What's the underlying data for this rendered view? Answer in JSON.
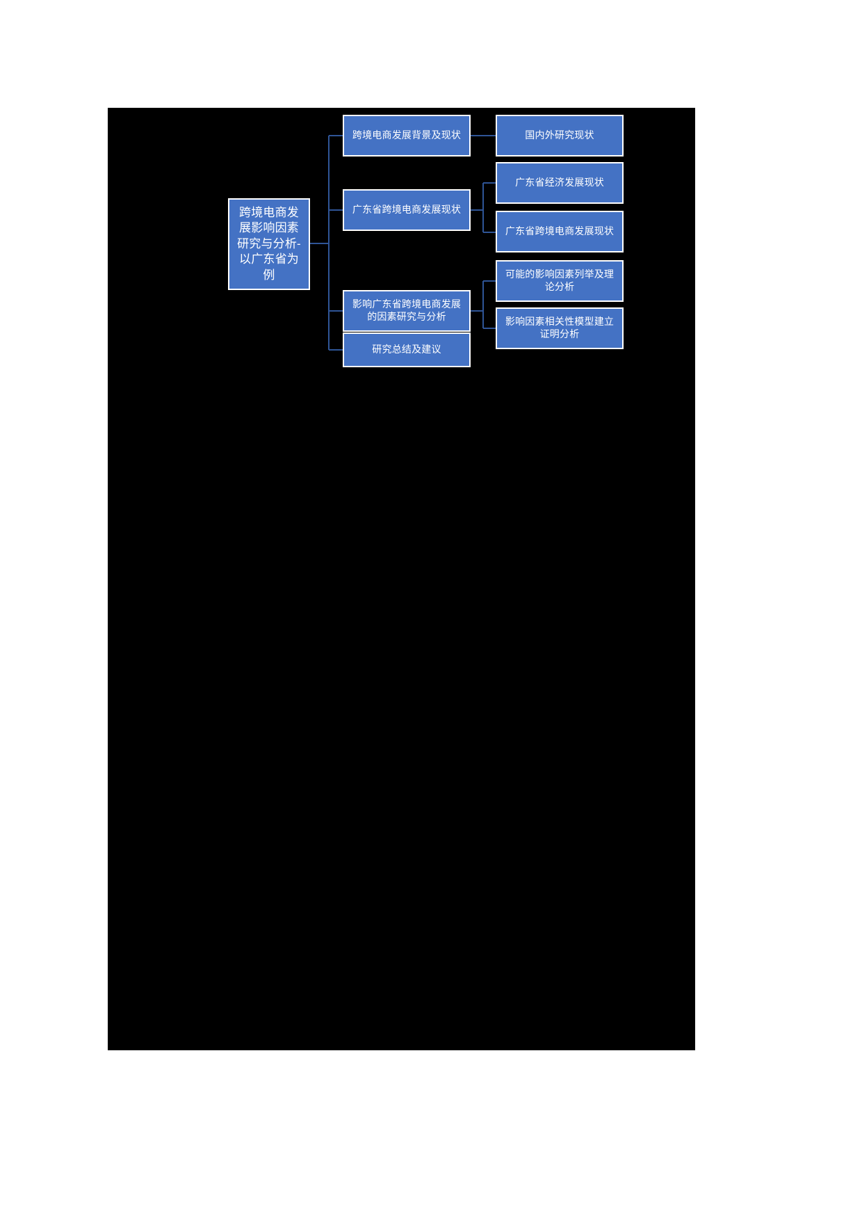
{
  "diagram": {
    "type": "mindmap",
    "title": "跨境电商发展影响因素研究与分析-以广东省为例",
    "background_color": "#000000",
    "page_background_color": "#ffffff",
    "node_fill_color": "#4472C4",
    "node_border_color": "#FFFFFF",
    "node_text_color": "#FFFFFF",
    "connector_color": "#2F5597",
    "root": {
      "label": "跨境电商发展影响因素研究与分析-以广东省为例"
    },
    "branches": [
      {
        "label": "跨境电商发展背景及现状",
        "children": [
          {
            "label": "国内外研究现状"
          }
        ]
      },
      {
        "label": "广东省跨境电商发展现状",
        "children": [
          {
            "label": "广东省经济发展现状"
          },
          {
            "label": "广东省跨境电商发展现状"
          }
        ]
      },
      {
        "label": "影响广东省跨境电商发展的因素研究与分析",
        "children": [
          {
            "label": "可能的影响因素列举及理论分析"
          },
          {
            "label": "影响因素相关性模型建立证明分析"
          }
        ]
      },
      {
        "label": "研究总结及建议",
        "children": []
      }
    ]
  }
}
